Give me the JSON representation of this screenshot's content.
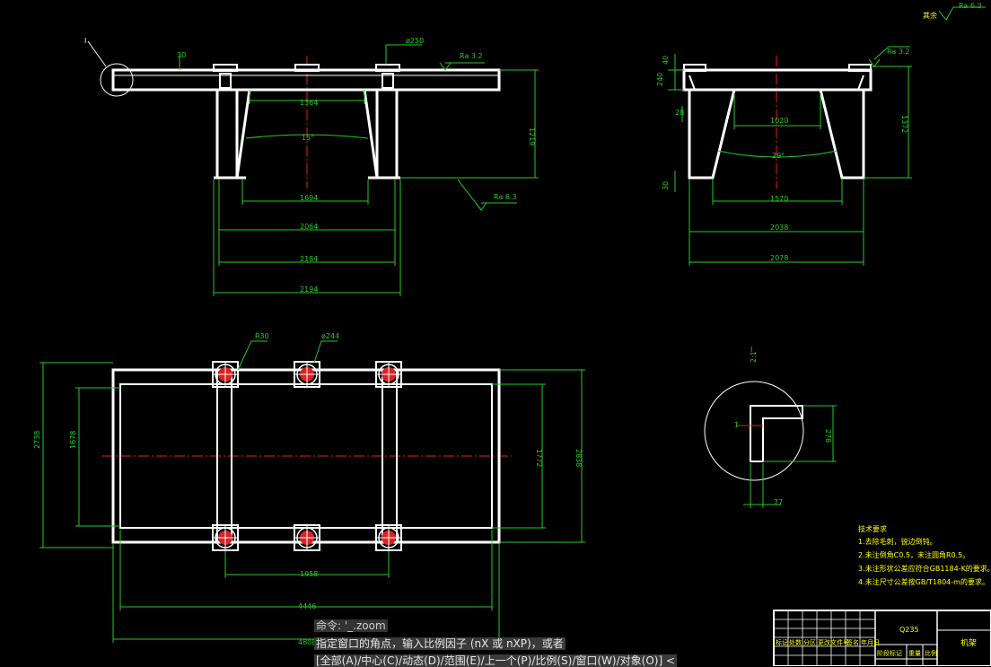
{
  "colors": {
    "background": "#000000",
    "outline": "#ffffff",
    "dimension": "#22cc22",
    "centerline": "#dd2222",
    "annotation": "#ffff00"
  },
  "front_view": {
    "dims": {
      "top_small": "ø250",
      "left_small": "30",
      "inner_top": "1364",
      "angle": "15°",
      "inner_bottom": "1694",
      "width_1": "2064",
      "width_2": "2184",
      "width_3": "2194",
      "height": "1219"
    },
    "roughness_top": "Ra 3.2",
    "roughness_bottom": "Ra 6.3",
    "detail_marker": "I"
  },
  "side_view": {
    "dims": {
      "left_top": "40",
      "left_mid": "240",
      "left_lower": "28",
      "left_bottom": "30",
      "inner_top": "1020",
      "angle": "29°",
      "inner_bottom": "1570",
      "width_1": "2038",
      "width_2": "2078",
      "height": "1372"
    },
    "roughness_top": "Ra 3.2",
    "global_roughness": "Ra 6.3",
    "global_roughness_label": "其余"
  },
  "plan_view": {
    "dims": {
      "corner_radius": "R30",
      "pipe_diameter": "ø244",
      "outer_height": "2738",
      "inner_height": "1678",
      "right_inner": "1772",
      "right_outer": "2838",
      "post_spacing": "1958",
      "inner_length": "4446",
      "outer_length": "4808"
    }
  },
  "detail_view": {
    "label": "I",
    "scale": "2:1",
    "dims": {
      "height": "278",
      "width": "77",
      "left": "1"
    }
  },
  "technical_requirements": {
    "title": "技术要求",
    "items": [
      "1.去除毛刺，锐边倒钝。",
      "2.未注倒角C0.5，未注圆角R0.5。",
      "3.未注形状公差应符合GB1184-K的要求。",
      "4.未注尺寸公差按GB/T1804-m的要求。"
    ]
  },
  "title_block": {
    "material": "Q235",
    "part_name": "机架",
    "cells": [
      "标记",
      "处数",
      "分区",
      "更改文件号",
      "签名",
      "年月日",
      "阶段标记",
      "重量",
      "比例"
    ]
  },
  "command_line": {
    "line1": "命令: '_.zoom",
    "line2": "指定窗口的角点，输入比例因子 (nX 或 nXP)，或者",
    "line3": "[全部(A)/中心(C)/动态(D)/范围(E)/上一个(P)/比例(S)/窗口(W)/对象(O)] <"
  }
}
